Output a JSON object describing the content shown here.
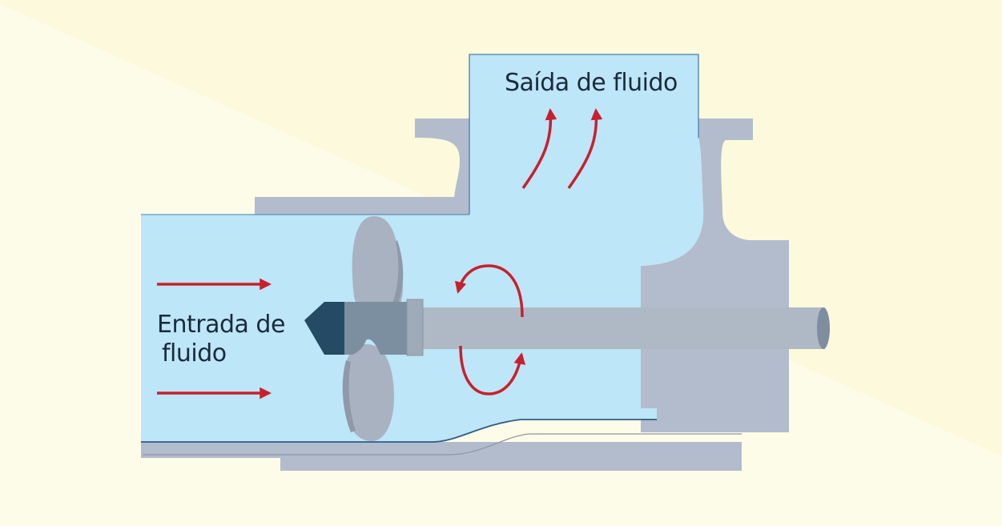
{
  "labels": {
    "outlet": "Saída de fluido",
    "inlet_line1": "Entrada de",
    "inlet_line2": "fluido"
  },
  "colors": {
    "background": "#fdfce9",
    "background_band": "#fdf9dc",
    "fluid": "#bde6f8",
    "casing": "#b3bccc",
    "shaft": "#afb9c6",
    "propeller": "#a9b2c1",
    "hub_nose": "#254a64",
    "hub": "#7c8fa1",
    "flow_arrow": "#c8202d",
    "text": "#1b2a3a"
  },
  "icons": [
    "flow-arrow-icon",
    "rotation-arrow-icon",
    "propeller-icon"
  ]
}
